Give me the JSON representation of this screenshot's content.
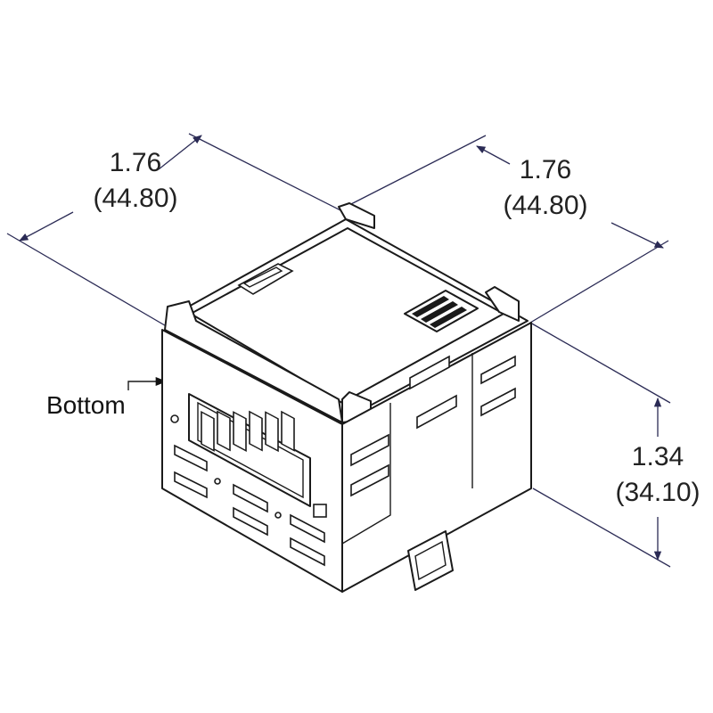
{
  "dimensions": {
    "width_left": {
      "inch": "1.76",
      "mm": "(44.80)"
    },
    "width_right": {
      "inch": "1.76",
      "mm": "(44.80)"
    },
    "height": {
      "inch": "1.34",
      "mm": "(34.10)"
    }
  },
  "labels": {
    "bottom": "Bottom"
  },
  "colors": {
    "dimension_line": "#2b2b55",
    "outline": "#1a1a1a",
    "background": "#ffffff"
  }
}
